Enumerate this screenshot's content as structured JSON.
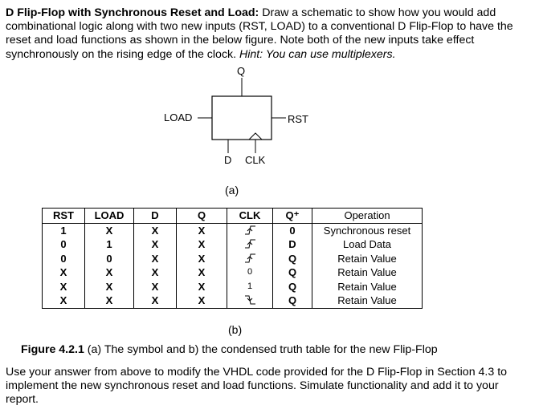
{
  "intro": {
    "title": "D Flip-Flop with Synchronous Reset and Load:",
    "body": " Draw a schematic to show how you would add combinational logic along with two new inputs (RST, LOAD) to a conventional D Flip-Flop to have the reset and load functions as shown in the below figure. Note both of the new inputs take effect synchronously on the rising edge of the clock. ",
    "hint": "Hint: You can use multiplexers."
  },
  "symbol": {
    "q": "Q",
    "load": "LOAD",
    "rst": "RST",
    "d": "D",
    "clk": "CLK"
  },
  "caption_a": "(a)",
  "table": {
    "headers": {
      "rst": "RST",
      "load": "LOAD",
      "d": "D",
      "q": "Q",
      "clk": "CLK",
      "qplus": "Q⁺",
      "op": "Operation"
    },
    "rows": [
      {
        "rst": "1",
        "load": "X",
        "d": "X",
        "q": "X",
        "clk": "rise",
        "qplus": "0",
        "op": "Synchronous reset"
      },
      {
        "rst": "0",
        "load": "1",
        "d": "X",
        "q": "X",
        "clk": "rise",
        "qplus": "D",
        "op": "Load Data"
      },
      {
        "rst": "0",
        "load": "0",
        "d": "X",
        "q": "X",
        "clk": "rise",
        "qplus": "Q",
        "op": "Retain Value"
      },
      {
        "rst": "X",
        "load": "X",
        "d": "X",
        "q": "X",
        "clk": "0",
        "qplus": "Q",
        "op": "Retain Value"
      },
      {
        "rst": "X",
        "load": "X",
        "d": "X",
        "q": "X",
        "clk": "1",
        "qplus": "Q",
        "op": "Retain Value"
      },
      {
        "rst": "X",
        "load": "X",
        "d": "X",
        "q": "X",
        "clk": "fall",
        "qplus": "Q",
        "op": "Retain Value"
      }
    ]
  },
  "caption_b": "(b)",
  "figure_caption": {
    "label": "Figure 4.2.1",
    "text": " (a) The symbol and b) the condensed truth table for the new Flip-Flop"
  },
  "outro": "Use your answer from above to modify the VHDL code provided for the D Flip-Flop in Section 4.3 to implement the new synchronous reset and load functions. Simulate functionality and add it to your report."
}
